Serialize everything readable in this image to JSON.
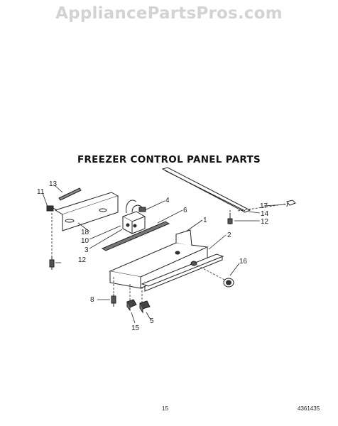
{
  "watermark": "AppliancePartsPros.com",
  "title": "FREEZER CONTROL PANEL PARTS",
  "page_number": "15",
  "part_code": "4361435",
  "callouts": {
    "c1": "1",
    "c2": "2",
    "c3": "3",
    "c4": "4",
    "c5": "5",
    "c6": "6",
    "c8": "8",
    "c10": "10",
    "c11": "11",
    "c12a": "12",
    "c12b": "12",
    "c13": "13",
    "c14": "14",
    "c15": "15",
    "c16": "16",
    "c17": "17",
    "c18": "18"
  }
}
